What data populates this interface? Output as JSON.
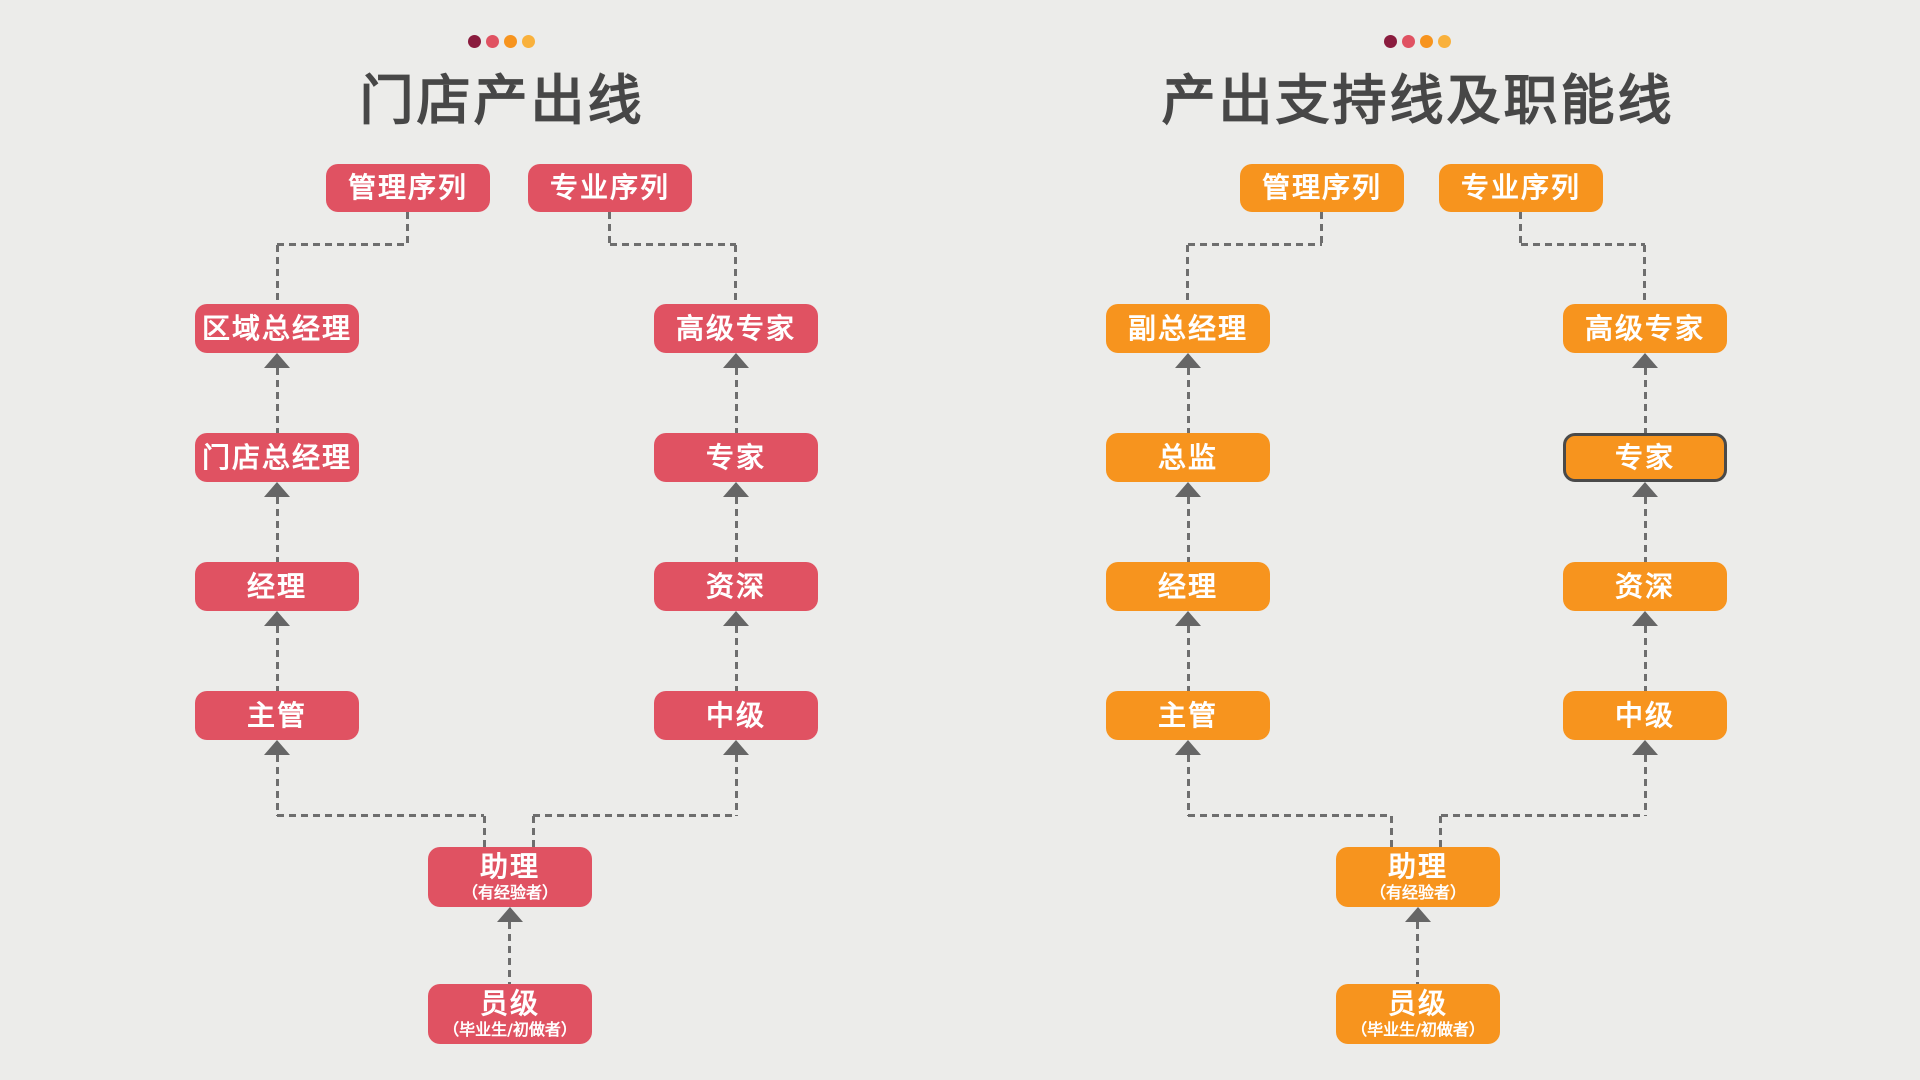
{
  "colors": {
    "background": "#ECECEA",
    "red_accent": "#E05262",
    "orange_accent": "#F7941E",
    "title_text": "#474747",
    "connector_gray": "#6E6E6E",
    "highlight_border": "#4A4A4A",
    "accent_dots": [
      "#8A1C3E",
      "#E05262",
      "#F7941E",
      "#F9B13C"
    ]
  },
  "left_diagram": {
    "title": "门店产出线",
    "headers": {
      "management": "管理序列",
      "professional": "专业序列"
    },
    "management_levels": [
      "区域总经理",
      "门店总经理",
      "经理",
      "主管"
    ],
    "professional_levels": [
      "高级专家",
      "专家",
      "资深",
      "中级"
    ],
    "shared_levels": [
      {
        "label": "助理",
        "note": "（有经验者）"
      },
      {
        "label": "员级",
        "note": "（毕业生/初做者）"
      }
    ]
  },
  "right_diagram": {
    "title": "产出支持线及职能线",
    "headers": {
      "management": "管理序列",
      "professional": "专业序列"
    },
    "management_levels": [
      "副总经理",
      "总监",
      "经理",
      "主管"
    ],
    "professional_levels": [
      "高级专家",
      "专家",
      "资深",
      "中级"
    ],
    "shared_levels": [
      {
        "label": "助理",
        "note": "（有经验者）"
      },
      {
        "label": "员级",
        "note": "（毕业生/初做者）"
      }
    ]
  }
}
